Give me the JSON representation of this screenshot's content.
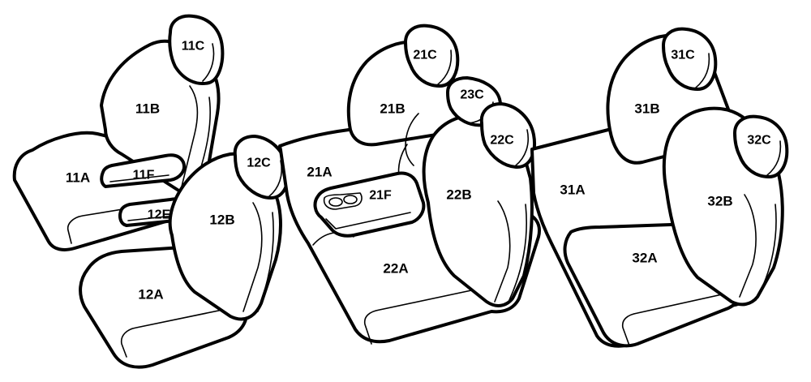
{
  "labels": {
    "s11A": "11A",
    "s11B": "11B",
    "s11C": "11C",
    "s11F": "11F",
    "s12A": "12A",
    "s12B": "12B",
    "s12C": "12C",
    "s12E": "12E",
    "s21A": "21A",
    "s21B": "21B",
    "s21C": "21C",
    "s21F": "21F",
    "s22A": "22A",
    "s22B": "22B",
    "s22C": "22C",
    "s23C": "23C",
    "s31A": "31A",
    "s31B": "31B",
    "s31C": "31C",
    "s32A": "32A",
    "s32B": "32B",
    "s32C": "32C"
  }
}
